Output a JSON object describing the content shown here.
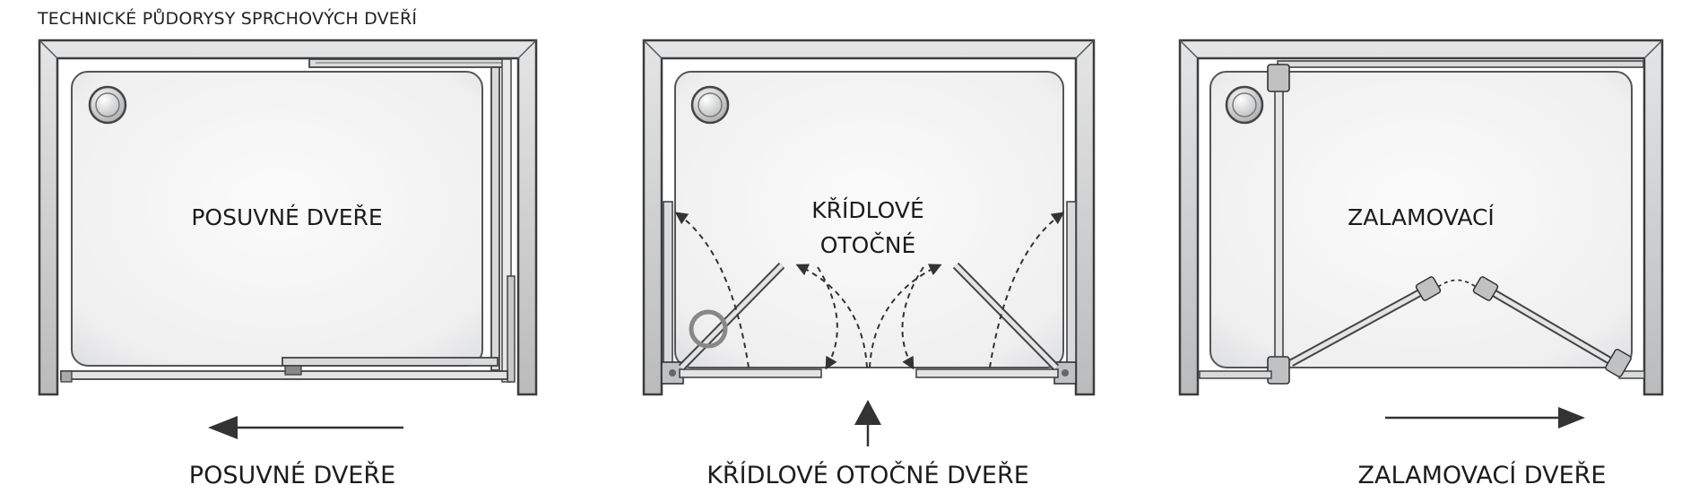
{
  "title": "TECHNICKÉ PŮDORYSY SPRCHOVÝCH DVEŘÍ",
  "panels": [
    {
      "id": "sliding",
      "inner_label_lines": [
        "POSUVNÉ DVEŘE"
      ],
      "caption": "POSUVNÉ DVEŘE",
      "arrow_direction": "left"
    },
    {
      "id": "hinged",
      "inner_label_lines": [
        "KŘÍDLOVÉ",
        "OTOČNÉ"
      ],
      "caption": "KŘÍDLOVÉ OTOČNÉ DVEŘE",
      "arrow_direction": "up"
    },
    {
      "id": "folding",
      "inner_label_lines": [
        "ZALAMOVACÍ"
      ],
      "caption": "ZALAMOVACÍ DVEŘE",
      "arrow_direction": "right"
    }
  ],
  "colors": {
    "frame_fill": "#c9cbcd",
    "frame_stroke": "#3c3c3c",
    "tray_fill": "#f3f4f5",
    "glass_stroke": "#555555",
    "arrow": "#333333"
  }
}
